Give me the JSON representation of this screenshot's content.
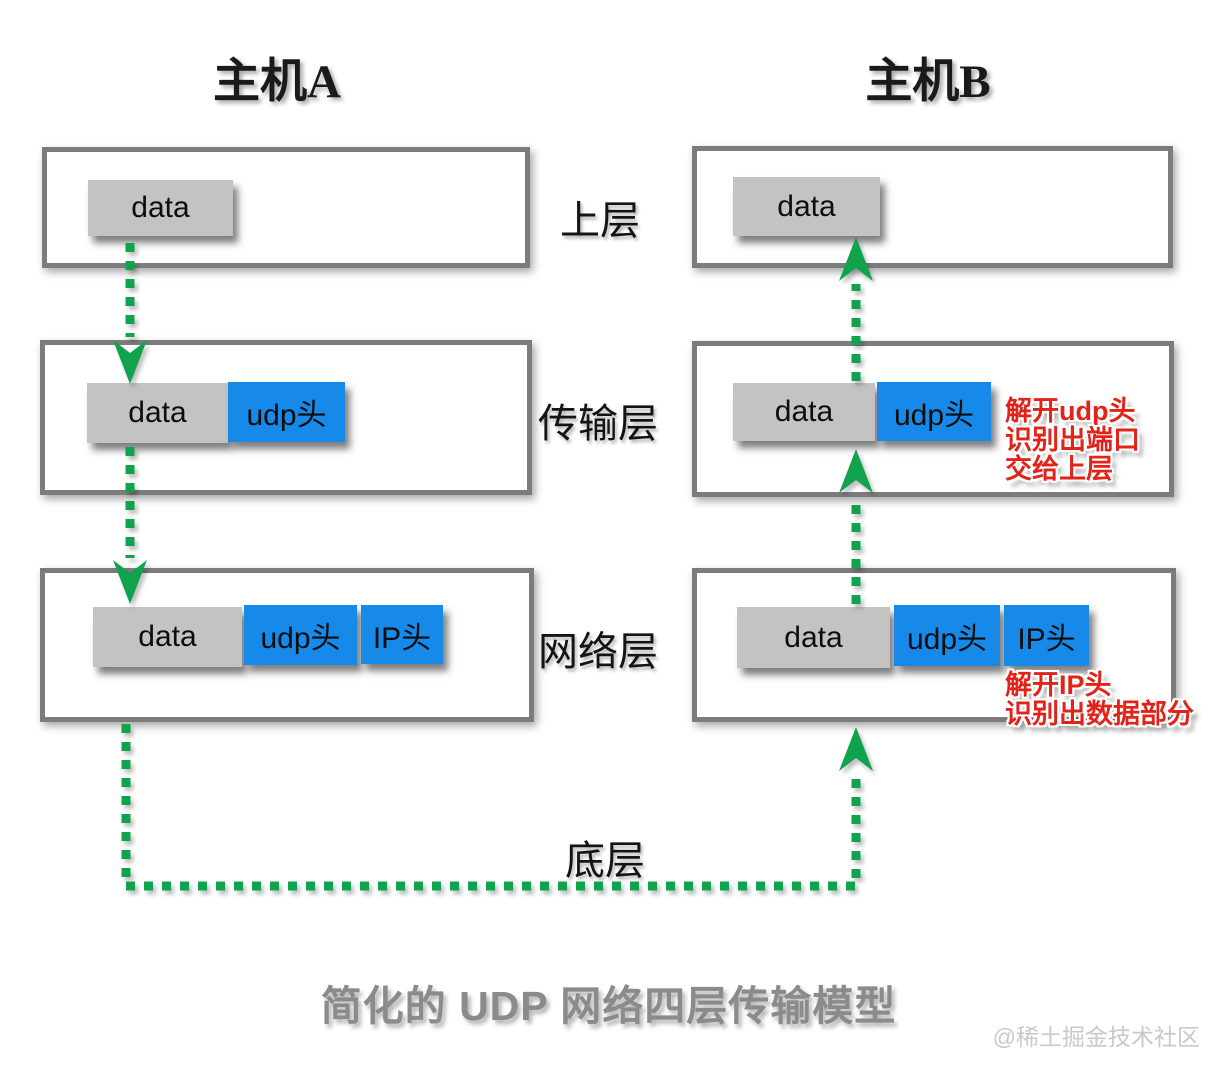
{
  "titles": {
    "host_a": "主机A",
    "host_b": "主机B"
  },
  "layer_labels": {
    "upper": "上层",
    "transport": "传输层",
    "network": "网络层",
    "bottom": "底层"
  },
  "host_a": {
    "upper_blocks": [
      {
        "label": "data",
        "type": "gray"
      }
    ],
    "transport_blocks": [
      {
        "label": "data",
        "type": "gray"
      },
      {
        "label": "udp头",
        "type": "blue"
      }
    ],
    "network_blocks": [
      {
        "label": "data",
        "type": "gray"
      },
      {
        "label": "udp头",
        "type": "blue"
      },
      {
        "label": "IP头",
        "type": "blue"
      }
    ]
  },
  "host_b": {
    "upper_blocks": [
      {
        "label": "data",
        "type": "gray"
      }
    ],
    "transport_blocks": [
      {
        "label": "data",
        "type": "gray"
      },
      {
        "label": "udp头",
        "type": "blue"
      }
    ],
    "network_blocks": [
      {
        "label": "data",
        "type": "gray"
      },
      {
        "label": "udp头",
        "type": "blue"
      },
      {
        "label": "IP头",
        "type": "blue"
      }
    ],
    "transport_annotation": [
      "解开udp头",
      "识别出端口",
      "交给上层"
    ],
    "network_annotation": [
      "解开IP头",
      "识别出数据部分"
    ]
  },
  "caption": "简化的 UDP 网络四层传输模型",
  "watermark": "@稀土掘金技术社区",
  "colors": {
    "block_gray": "#c3c3c3",
    "header_blue": "#1689e9",
    "arrow_green": "#11a24e",
    "annotation_red": "#e2231a",
    "box_border": "#7c7c7c",
    "caption_gray": "#8b8b8b"
  }
}
